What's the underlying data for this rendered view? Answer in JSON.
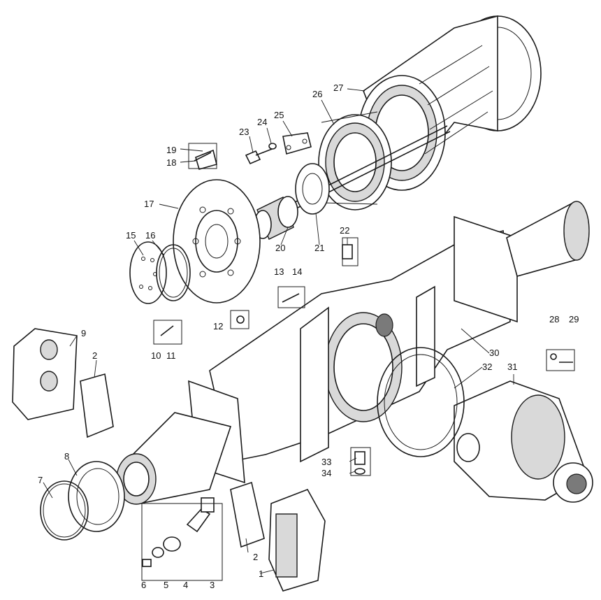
{
  "diagram": {
    "callouts": [
      {
        "id": "c1",
        "label": "1"
      },
      {
        "id": "c2a",
        "label": "2"
      },
      {
        "id": "c2b",
        "label": "2"
      },
      {
        "id": "c3",
        "label": "3"
      },
      {
        "id": "c4",
        "label": "4"
      },
      {
        "id": "c5",
        "label": "5"
      },
      {
        "id": "c6",
        "label": "6"
      },
      {
        "id": "c7",
        "label": "7"
      },
      {
        "id": "c8",
        "label": "8"
      },
      {
        "id": "c9",
        "label": "9"
      },
      {
        "id": "c10",
        "label": "10"
      },
      {
        "id": "c11",
        "label": "11"
      },
      {
        "id": "c12",
        "label": "12"
      },
      {
        "id": "c13",
        "label": "13"
      },
      {
        "id": "c14",
        "label": "14"
      },
      {
        "id": "c15",
        "label": "15"
      },
      {
        "id": "c16",
        "label": "16"
      },
      {
        "id": "c17",
        "label": "17"
      },
      {
        "id": "c18",
        "label": "18"
      },
      {
        "id": "c19",
        "label": "19"
      },
      {
        "id": "c20",
        "label": "20"
      },
      {
        "id": "c21",
        "label": "21"
      },
      {
        "id": "c22",
        "label": "22"
      },
      {
        "id": "c23",
        "label": "23"
      },
      {
        "id": "c24",
        "label": "24"
      },
      {
        "id": "c25",
        "label": "25"
      },
      {
        "id": "c26",
        "label": "26"
      },
      {
        "id": "c27",
        "label": "27"
      },
      {
        "id": "c28",
        "label": "28"
      },
      {
        "id": "c29",
        "label": "29"
      },
      {
        "id": "c30",
        "label": "30"
      },
      {
        "id": "c31",
        "label": "31"
      },
      {
        "id": "c32",
        "label": "32"
      },
      {
        "id": "c33",
        "label": "33"
      },
      {
        "id": "c34",
        "label": "34"
      }
    ],
    "colors": {
      "line": "#1a1a1a",
      "shade": "#d9d9d9",
      "dark": "#7a7a7a",
      "background": "#ffffff"
    }
  }
}
